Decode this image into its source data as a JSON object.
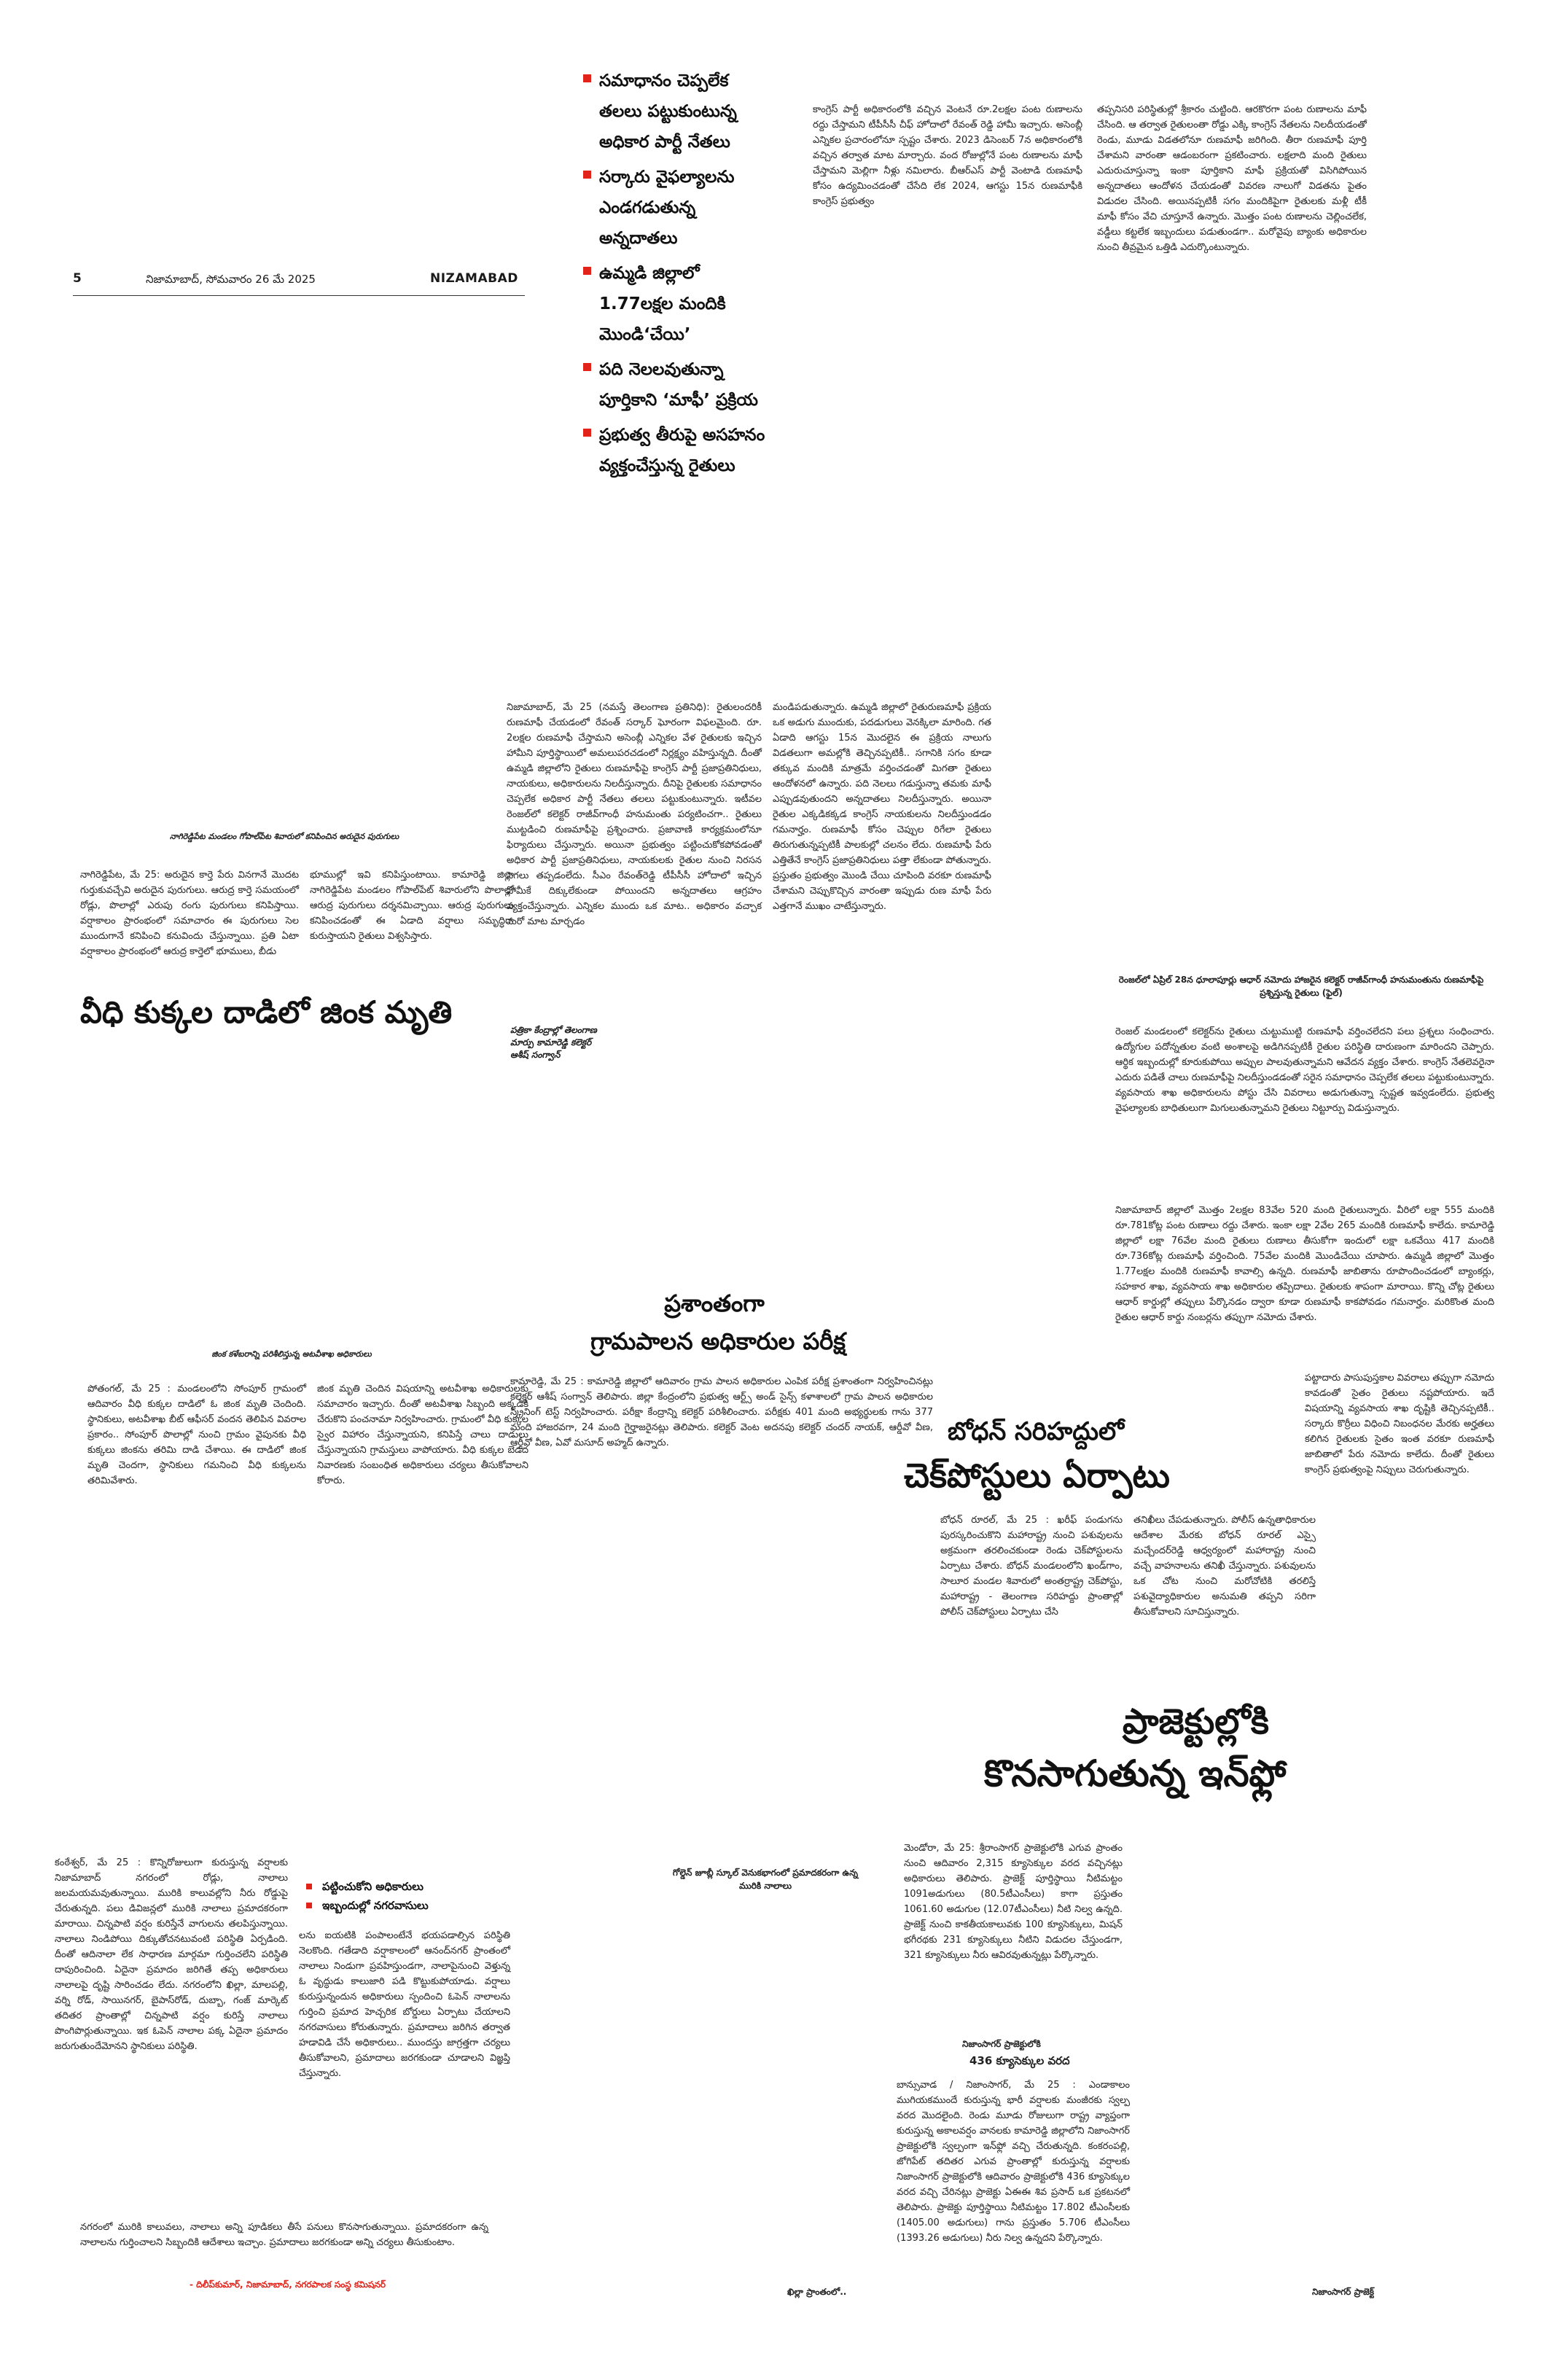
{
  "folio": {
    "page_number": "5",
    "date": "నిజామాబాద్, సోమవారం 26 మే 2025",
    "section": "NIZAMABAD"
  },
  "top_story": {
    "highlights": [
      "సమాధానం చెప్పలేక తలలు పట్టుకుంటున్న అధికార పార్టీ నేతలు",
      "సర్కారు వైఫల్యాలను ఎండగడుతున్న అన్నదాతలు",
      "ఉమ్మడి జిల్లాలో 1.77లక్షల మందికి మొండి‘చేయి’",
      "పది నెలలవుతున్నా పూర్తికాని ‘మాఫీ’ ప్రక్రియ",
      "ప్రభుత్వ తీరుపై అసహనం వ్యక్తంచేస్తున్న రైతులు"
    ],
    "col_a": "కాంగ్రెస్ పార్టీ అధికారంలోకి వచ్చిన వెంటనే రూ.2లక్షల పంట రుణాలను రద్దు చేస్తామని టీపీసీసీ చీఫ్ హోదాలో రేవంత్ రెడ్డి హామీ ఇచ్చారు. అసెంబ్లీ ఎన్నికల ప్రచారంలోనూ స్పష్టం చేశారు. 2023 డిసెంబర్ 7న అధికారంలోకి వచ్చిన తర్వాత మాట మార్చారు. వంద రోజుల్లోనే పంట రుణాలను మాఫీ చేస్తామని మెల్లిగా నీళ్లు నమిలారు. బీఆర్ఎస్ పార్టీ వెంటాడి రుణమాఫీ కోసం ఉద్యమించడంతో చేసేది లేక 2024, ఆగస్టు 15న రుణమాఫీకి కాంగ్రెస్ ప్రభుత్వం",
    "col_b": "తప్పనిసరి పరిస్థితుల్లో శ్రీకారం చుట్టింది. ఆరకొరగా పంట రుణాలను మాఫీ చేసింది. ఆ తర్వాత రైతులంతా రోడ్డు ఎక్కి కాంగ్రెస్ నేతలను నిలదీయడంతో రెండు, మూడు విడతలోనూ రుణమాఫీ జరిగింది. తీరా రుణమాఫీ పూర్తి చేశామని వారంతా ఆడంబరంగా ప్రకటించారు. లక్షలాది మంది రైతులు ఎదురుచూస్తున్నా ఇంకా పూర్తికాని మాఫీ ప్రక్రియతో విసిగిపోయిన అన్నదాతలు ఆందోళన చేయడంతో వివరణ నాలుగో విడతను పైతం విడుదల చేసింది. అయినప్పటికీ సగం మందికిపైగా రైతులకు మళ్లీ టీకీ మాఫీ కోసం వేచి చూస్తూనే ఉన్నారు. మొత్తం పంట రుణాలను చెల్లించలేక, వడ్డీలు కట్టలేక ఇబ్బందులు పడుతుండగా.. మరోవైపు బ్యాంకు అధికారుల నుంచి తీవ్రమైన ఒత్తిడి ఎదుర్కొంటున్నారు."
  },
  "main_story": {
    "col_a": "నిజామాబాద్, మే 25 (నమస్తే తెలంగాణ ప్రతినిధి): రైతులందరికీ రుణమాఫీ చేయడంలో రేవంత్ సర్కార్ ఘోరంగా విఫలమైంది. రూ. 2లక్షల రుణమాఫీ చేస్తామని అసెంబ్లీ ఎన్నికల వేళ రైతులకు ఇచ్చిన హామీని పూర్తిస్థాయిలో అమలుపరచడంలో నిర్లక్ష్యం వహిస్తున్నది. దీంతో ఉమ్మడి జిల్లాలోని రైతులు రుణమాఫీపై కాంగ్రెస్ పార్టీ ప్రజాప్రతినిధులు, నాయకులు, అధికారులను నిలదీస్తున్నారు. దీనిపై రైతులకు సమాధానం చెప్పలేక అధికార పార్టీ నేతలు తలలు పట్టుకుంటున్నారు. ఇటీవల రెంజల్‌లో కలెక్టర్ రాజీవ్‌గాంధీ హనుమంతు పర్యటించగా.. రైతులు ముట్టడించి రుణమాఫీపై ప్రశ్నించారు. ప్రజావాణి కార్యక్రమంలోనూ ఫిర్యాదులు చేస్తున్నారు. అయినా ప్రభుత్వం పట్టించుకోకపోవడంతో అధికార పార్టీ ప్రజాప్రతినిధులు, నాయకులకు రైతుల నుంచి నిరసన సెగలు తప్పడంలేదు. సీఎం రేవంత్‌రెడ్డి టీపీసీసీ హోదాలో ఇచ్చిన హామీకే దిక్కులేకుండా పోయిందని అన్నదాతలు ఆగ్రహం వ్యక్తంచేస్తున్నారు. ఎన్నికల ముందు ఒక మాట.. అధికారం వచ్చాక మరో మాట మార్చడం",
    "col_b": "మండిపడుతున్నారు. ఉమ్మడి జిల్లాలో రైతురుణమాఫీ ప్రక్రియ ఒక అడుగు ముందుకు, పదడుగులు వెనక్కిలా మారింది. గత ఏడాది ఆగస్టు 15న మొదలైన ఈ ప్రక్రియ నాలుగు విడతలుగా అమల్లోకి తెచ్చినప్పటికీ.. సగానికి సగం కూడా తక్కువ మందికి మాత్రమే వర్తించడంతో మిగతా రైతులు ఆందోళనలో ఉన్నారు. పది నెలలు గడుస్తున్నా తమకు మాఫీ ఎప్పుడవుతుందని అన్నదాతలు నిలదీస్తున్నారు. అయినా రైతుల ఎక్కడికక్కడ కాంగ్రెస్ నాయకులను నిలదీస్తుండడం గమనార్హం. రుణమాఫీ కోసం చెప్పుల రిగేలా రైతులు తిరుగుతున్నప్పటికీ పాలకుల్లో చలనం లేదు. రుణమాఫీ పేరు ఎత్తితేనే కాంగ్రెస్ ప్రజాప్రతినిధులు పత్తా లేకుండా పోతున్నారు. ప్రస్తుతం ప్రభుత్వం మొండి చేయి చూపింది వరకూ రుణమాఫీ చేశామని చెప్పుకొచ్చిన వారంతా ఇప్పుడు రుణ మాఫీ పేరు ఎత్తగానే ముఖం చాటేస్తున్నారు.",
    "byline": "పత్రికా కేంద్రాల్లో తెలంగాణ మార్పు కామారెడ్డి కలెక్టర్ ఆశీష్ సంగ్వాన్"
  },
  "photo_caption": {
    "caption": "రెంజల్‌లో ఏప్రిల్ 28న ధూలాపూర్లు ఆధార్ నమోదు హాజరైన కలెక్టర్ రాజీవ్‌గాంధీ హనుమంతును రుణమాఫీపై ప్రశ్నిస్తున్న రైతులు (ఫైల్)",
    "col": "రెంజల్ మండలంలో కలెక్టర్‌ను రైతులు చుట్టుముట్టి రుణమాఫీ వర్తించలేదని పలు ప్రశ్నలు సంధించారు. ఉద్యోగుల పదోన్నతుల వంటి అంశాలపై అడిగినప్పటికీ రైతుల పరిస్థితి దారుణంగా మారిందని చెప్పారు. ఆర్థిక ఇబ్బందుల్లో కూరుకుపోయి అప్పుల పాలవుతున్నామని ఆవేదన వ్యక్తం చేశారు. కాంగ్రెస్ నేతలెవరైనా ఎదురు పడితే చాలు రుణమాఫీపై నిలదీస్తుండడంతో సరైన సమాధానం చెప్పలేక తలలు పట్టుకుంటున్నారు. వ్యవసాయ శాఖ అధికారులను పోస్టు చేసి వివరాలు అడుగుతున్నా స్పష్టత ఇవ్వడంలేదు. ప్రభుత్వ వైఫల్యాలకు బాధితులుగా మిగులుతున్నామని రైతులు నిట్టూర్పు విడుస్తున్నారు."
  },
  "stats_story": {
    "col_a": "నిజామాబాద్ జిల్లాలో మొత్తం 2లక్షల 83వేల 520 మంది రైతులున్నారు. వీరిలో లక్షా 555 మందికి రూ.781కోట్ల పంట రుణాలు రద్దు చేశారు. ఇంకా లక్షా 2వేల 265 మందికి రుణమాఫీ కాలేదు. కామారెడ్డి జిల్లాలో లక్షా 76వేల మంది రైతులు రుణాలు తీసుకోగా ఇందులో లక్షా ఒకవేయి 417 మందికి రూ.736కోట్ల రుణమాఫీ వర్తించింది. 75వేల మందికి మొండిచేయి చూపారు. ఉమ్మడి జిల్లాలో మొత్తం 1.77లక్షల మందికి రుణమాఫీ కావాల్సి ఉన్నది. రుణమాఫీ జాబితాను రూపొందించడంలో బ్యాంకర్లు, సహకార శాఖ, వ్యవసాయ శాఖ అధికారుల తప్పిదాలు. రైతులకు శాపంగా మారాయి. కొన్ని చోట్ల రైతులు ఆధార్ కార్డుల్లో తప్పులు పేర్కొనడం ద్వారా కూడా రుణమాఫీ కాకపోవడం గమనార్హం. మరికొంత మంది రైతుల ఆధార్ కార్డు నంబర్లను తప్పుగా నమోదు చేశారు.",
    "col_b": "పట్టాదారు పాసుపుస్తకాల వివరాలు తప్పుగా నమోదు కావడంతో సైతం రైతులు నష్టపోయారు. ఇదే విషయాన్ని వ్యవసాయ శాఖ దృష్టికి తెచ్చినప్పటికీ.. సర్కారు కొర్రీలు విధించి నిబంధనల మేరకు అర్హతలు కలిగిన రైతులకు సైతం ఇంత వరకూ రుణమాఫీ జాబితాలో పేరు నమోదు కాలేదు. దీంతో రైతులు కాంగ్రెస్ ప్రభుత్వంపై నిప్పులు చెరుగుతున్నారు."
  },
  "deer_story": {
    "kicker": "నాగిరెడ్డిపేట మండలం గోపాల్‌పేట శివారులో కనిపించిన అరుదైన పురుగులు",
    "col_a": "నాగిరెడ్డిపేట, మే 25: అరుదైన కార్తె పేరు వినగానే మొదట గుర్తుకువచ్చేవి అరుదైన పురుగులు. ఆరుద్ర కార్తె సమయంలో రోడ్లు, పొలాల్లో ఎరుపు రంగు పురుగులు కనిపిస్తాయి. వర్షాకాలం ప్రారంభంలో సమాచారం ఈ పురుగులు సెల ముందుగానే కనిపించి కనువిందు చేస్తున్నాయి. ప్రతి ఏటా వర్షాకాలం ప్రారంభంలో ఆరుద్ర కార్తెలో భూములు, బీడు",
    "col_b": "భూముల్లో ఇవి కనిపిస్తుంటాయి. కామారెడ్డి జిల్లా నాగిరెడ్డిపేట మండలం గోపాల్‌పేట్ శివారులోని పొలాల్లో ఆరుద్ర పురుగులు దర్శనమిచ్చాయి. ఆరుద్ర పురుగులు కనిపించడంతో ఈ ఏడాది వర్షాలు సమృద్ధిగా కురుస్తాయని రైతులు విశ్వసిస్తారు."
  },
  "deer_headline": "వీధి కుక్కల దాడిలో జింక మృతి",
  "deer_body": {
    "kicker": "జింక కళేబరాన్ని పరిశీలిస్తున్న అటవీశాఖ అధికారులు",
    "col_a": "పోతంగల్, మే 25 : మండలంలోని సోంపూర్ గ్రామంలో ఆదివారం వీధి కుక్కల దాడిలో ఓ జింక మృతి చెందింది. స్థానికులు, అటవీశాఖ బీట్ ఆఫీసర్ వందన తెలిపిన వివరాల ప్రకారం.. సోంపూర్ పొలాల్లో నుంచి గ్రామం వైపునకు వీధి కుక్కలు జింకను తరిమి దాడి చేశాయి. ఈ దాడిలో జింక మృతి చెందగా, స్థానికులు గమనించి వీధి కుక్కలను తరిమివేశారు.",
    "col_b": "జింక మృతి చెందిన విషయాన్ని అటవీశాఖ అధికారులకు సమాచారం ఇచ్చారు. దీంతో అటవీశాఖ సిబ్బంది అక్కడికి చేరుకొని పంచనామా నిర్వహించారు. గ్రామంలో వీధి కుక్కల స్వైర విహారం చేస్తున్నాయని, కనిపిస్తే చాలు దాడులు చేస్తున్నాయని గ్రామస్తులు వాపోయారు. వీధి కుక్కల బెడద నివారణకు సంబంధిత అధికారులు చర్యలు తీసుకోవాలని కోరారు."
  },
  "exam_story": {
    "headline_1": "ప్రశాంతంగా",
    "headline_2": "గ్రామపాలన అధికారుల పరీక్ష",
    "body": "కామారెడ్డి, మే 25 : కామారెడ్డి జిల్లాలో ఆదివారం గ్రామ పాలన అధికారుల ఎంపిక పరీక్ష ప్రశాంతంగా నిర్వహించినట్లు కలెక్టర్ ఆశీష్ సంగ్వాన్ తెలిపారు. జిల్లా కేంద్రంలోని ప్రభుత్వ ఆర్ట్స్ అండ్ సైన్స్ కళాశాలలో గ్రామ పాలన అధికారుల స్క్రీనింగ్ టెస్ట్ నిర్వహించారు. పరీక్షా కేంద్రాన్ని కలెక్టర్ పరిశీలించారు. పరీక్షకు 401 మంది అభ్యర్థులకు గాను 377 మంది హాజరవగా, 24 మంది గైర్హాజరైనట్లు తెలిపారు. కలెక్టర్ వెంట అదనపు కలెక్టర్ చందర్ నాయక్, ఆర్డీవో వీణ, ఆర్డీవో వీణ, ఏవో మసూద్ అహ్మద్ ఉన్నారు."
  },
  "checkpost_story": {
    "headline_1": "బోధన్ సరిహద్దులో",
    "headline_2": "చెక్‌పోస్టులు ఏర్పాటు",
    "col_a": "బోధన్ రూరల్, మే 25 : ఖరీఫ్ పండుగను పురస్కరించుకొని మహారాష్ట్ర నుంచి పశువులను అక్రమంగా తరలించకుండా రెండు చెక్‌పోస్టులను ఏర్పాటు చేశారు. బోధన్ మండలంలోని ఖండ్‌గాం, సాలూర మండల శివారులో అంతర్రాష్ట్ర చెక్‌పోస్టు, మహారాష్ట్ర - తెలంగాణ సరిహద్దు ప్రాంతాల్లో పోలీస్ చెక్‌పోస్టులు ఏర్పాటు చేసి",
    "col_b": "తనిఖీలు చేపడుతున్నారు. పోలీస్ ఉన్నతాధికారుల ఆదేశాల మేరకు బోధన్ రూరల్ ఎస్సై మచ్చేందర్‌రెడ్డి ఆధ్వర్యంలో మహారాష్ట్ర నుంచి వచ్చే వాహనాలను తనిఖీ చేస్తున్నారు. పశువులను ఒక చోట నుంచి మరోచోటికి తరలిస్తే పశువైద్యాధికారుల అనుమతి తప్పని సరిగా తీసుకోవాలని సూచిస్తున్నారు."
  },
  "drain_story": {
    "highlights": [
      "పట్టించుకోని అధికారులు",
      "ఇబ్బందుల్లో నగరవాసులు"
    ],
    "col_a": "కంఠేశ్వర్, మే 25 : కొన్నిరోజులుగా కురుస్తున్న వర్షాలకు నిజామాబాద్ నగరంలో రోడ్లు, నాలాలు జలమయమవుతున్నాయి. మురికి కాలువల్లోని నీరు రోడ్డుపై చేరుతున్నది. పలు డివిజన్లలో మురికి నాలాలు ప్రమాదకరంగా మారాయి. చిన్నపాటి వర్షం కురిస్తేనే వాగులను తలపిస్తున్నాయి. నాలాలు నిండిపోయి దిక్కుతోచనటువంటి పరిస్థితి ఏర్పడింది. దీంతో ఆదినాలా లేక సాధారణ మార్గమా గుర్తించలేని పరిస్థితి దాపురించింది. ఏదైనా ప్రమాదం జరిగితే తప్ప అధికారులు నాలాలపై దృష్టి సారించడం లేదు. నగరంలోని ఖిల్లా, మాలపల్లి, వర్ని రోడ్, సాయినగర్, బైపాస్‌రోడ్, దుబ్బా, గంజ్ మార్కెట్ తదితర ప్రాంతాల్లో చిన్నపాటి వర్షం కురిస్తే నాలాలు పొంగిపొర్లుతున్నాయి. ఇక ఓపెన్ నాలాల పక్క ఏదైనా ప్రమాదం జరుగుతుందేమోనని స్థానికులు పరిస్థితి.",
    "col_b": "లను ఐయటికి పంపాలంటేనే భయపడాల్సిన పరిస్థితి నెలకొంది. గతేడాది వర్షాకాలంలో ఆనంద్‌నగర్ ప్రాంతంలో నాలాలు నిండుగా ప్రవహిస్తుండగా, నాలాపైనుంచి వెళ్తున్న ఓ వృద్ధుడు కాలుజారి పడి కొట్టుకుపోయాడు. వర్షాలు కురుస్తున్నందున అధికారులు స్పందించి ఓపెన్ నాలాలను గుర్తించి ప్రమాద హెచ్చరిక బోర్డులు ఏర్పాటు చేయాలని నగరవాసులు కోరుతున్నారు. ప్రమాదాలు జరిగిన తర్వాత హడావిడి చేసే అధికారులు.. ముందస్తు జాగ్రత్తగా చర్యలు తీసుకోవాలని, ప్రమాదాలు జరగకుండా చూడాలని విజ్ఞప్తి చేస్తున్నారు.",
    "quote": "నగరంలో మురికి కాలువలు, నాలాలు అన్ని పూడికలు తీసే పనులు కొనసాగుతున్నాయి. ప్రమాదకరంగా ఉన్న నాలాలను గుర్తించాలని సిబ్బందికి ఆదేశాలు ఇచ్చాం. ప్రమాదాలు జరగకుండా అన్ని చర్యలు తీసుకుంటాం.",
    "quote_credit": "- దిలీప్‌కుమార్, నిజామాబాద్, నగరపాలక సంస్థ కమిషనర్",
    "photo_caption_1": "గోల్డెన్ జూబ్లీ స్కూల్ వెనుకభాగంలో ప్రమాదకరంగా ఉన్న మురికి నాలాలు",
    "photo_caption_2": "ఖిల్లా ప్రాంతంలో.."
  },
  "inflow_story": {
    "headline_1": "ప్రాజెక్టుల్లోకి",
    "headline_2": "కొనసాగుతున్న ఇన్‌ఫ్లో",
    "col_a": "మెండోరా, మే 25: శ్రీరాంసాగర్ ప్రాజెక్టులోకి ఎగువ ప్రాంతం నుంచి ఆదివారం 2,315 క్యూసెక్కుల వరద వచ్చినట్లు అధికారులు తెలిపారు. ప్రాజెక్ట్ పూర్తిస్థాయి నీటిమట్టం 1091అడుగులు (80.5టీఎంసీలు) కాగా ప్రస్తుతం 1061.60 అడుగుల (12.07టీఎంసీలు) నీటి నిల్వ ఉన్నది. ప్రాజెక్ట్ నుంచి కాకతీయకాలువకు 100 క్యూసెక్కులు, మిషన్ భగీరథకు 231 క్యూసెక్కులు నీటిని విడుదల చేస్తుండగా, 321 క్యూసెక్కులు నీరు ఆవిరవుతున్నట్లు పేర్కొన్నారు.",
    "sub_1": "నిజాంసాగర్ ప్రాజెక్టులోకి",
    "sub_2": "436 క్యూసెక్కుల వరద",
    "col_b": "బాన్సువాడ / నిజాంసాగర్, మే 25 : ఎండాకాలం ముగియకముందే కురుస్తున్న భారీ వర్షాలకు మంజీరకు స్వల్ప వరద మొదలైంది. రెండు మూడు రోజులుగా రాష్ట్ర వ్యాప్తంగా కురుస్తున్న అకాలవర్షం వానలకు కామారెడ్డి జిల్లాలోని నిజాంసాగర్ ప్రాజెక్టులోకి స్వల్పంగా ఇన్‌ఫ్లో వచ్చి చేరుతున్నది. కంకరంపల్లి, జోగిపేట్ తదితర ఎగువ ప్రాంతాల్లో కురుస్తున్న వర్షాలకు నిజాంసాగర్ ప్రాజెక్టులోకి ఆదివారం ప్రాజెక్టులోకి 436 క్యూసెక్కుల వరద వచ్చి చేరినట్లు ప్రాజెక్టు ఏఈఈ శివ ప్రసాద్ ఒక ప్రకటనలో తెలిపారు. ప్రాజెక్టు పూర్తిస్థాయి నీటిమట్టం 17.802 టీఎంసీలకు (1405.00 అడుగులు) గాను ప్రస్తుతం 5.706 టీఎంసీలు (1393.26 అడుగులు) నీరు నిల్వ ఉన్నదని పేర్కొన్నారు.",
    "photo_caption": "నిజాంసాగర్ ప్రాజెక్ట్"
  }
}
